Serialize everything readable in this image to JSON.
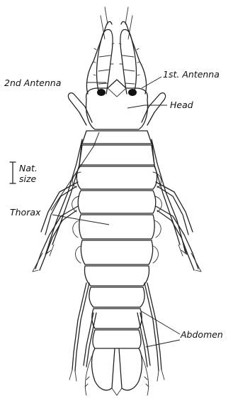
{
  "labels": {
    "second_antenna": "2nd Antenna",
    "first_antenna": "1st. Antenna",
    "head": "Head",
    "scale_line1": "Nat.",
    "scale_line2": "size",
    "thorax": "Thorax",
    "abdomen": "Abdomen"
  },
  "colors": {
    "ink": "#222222",
    "background": "#ffffff"
  }
}
